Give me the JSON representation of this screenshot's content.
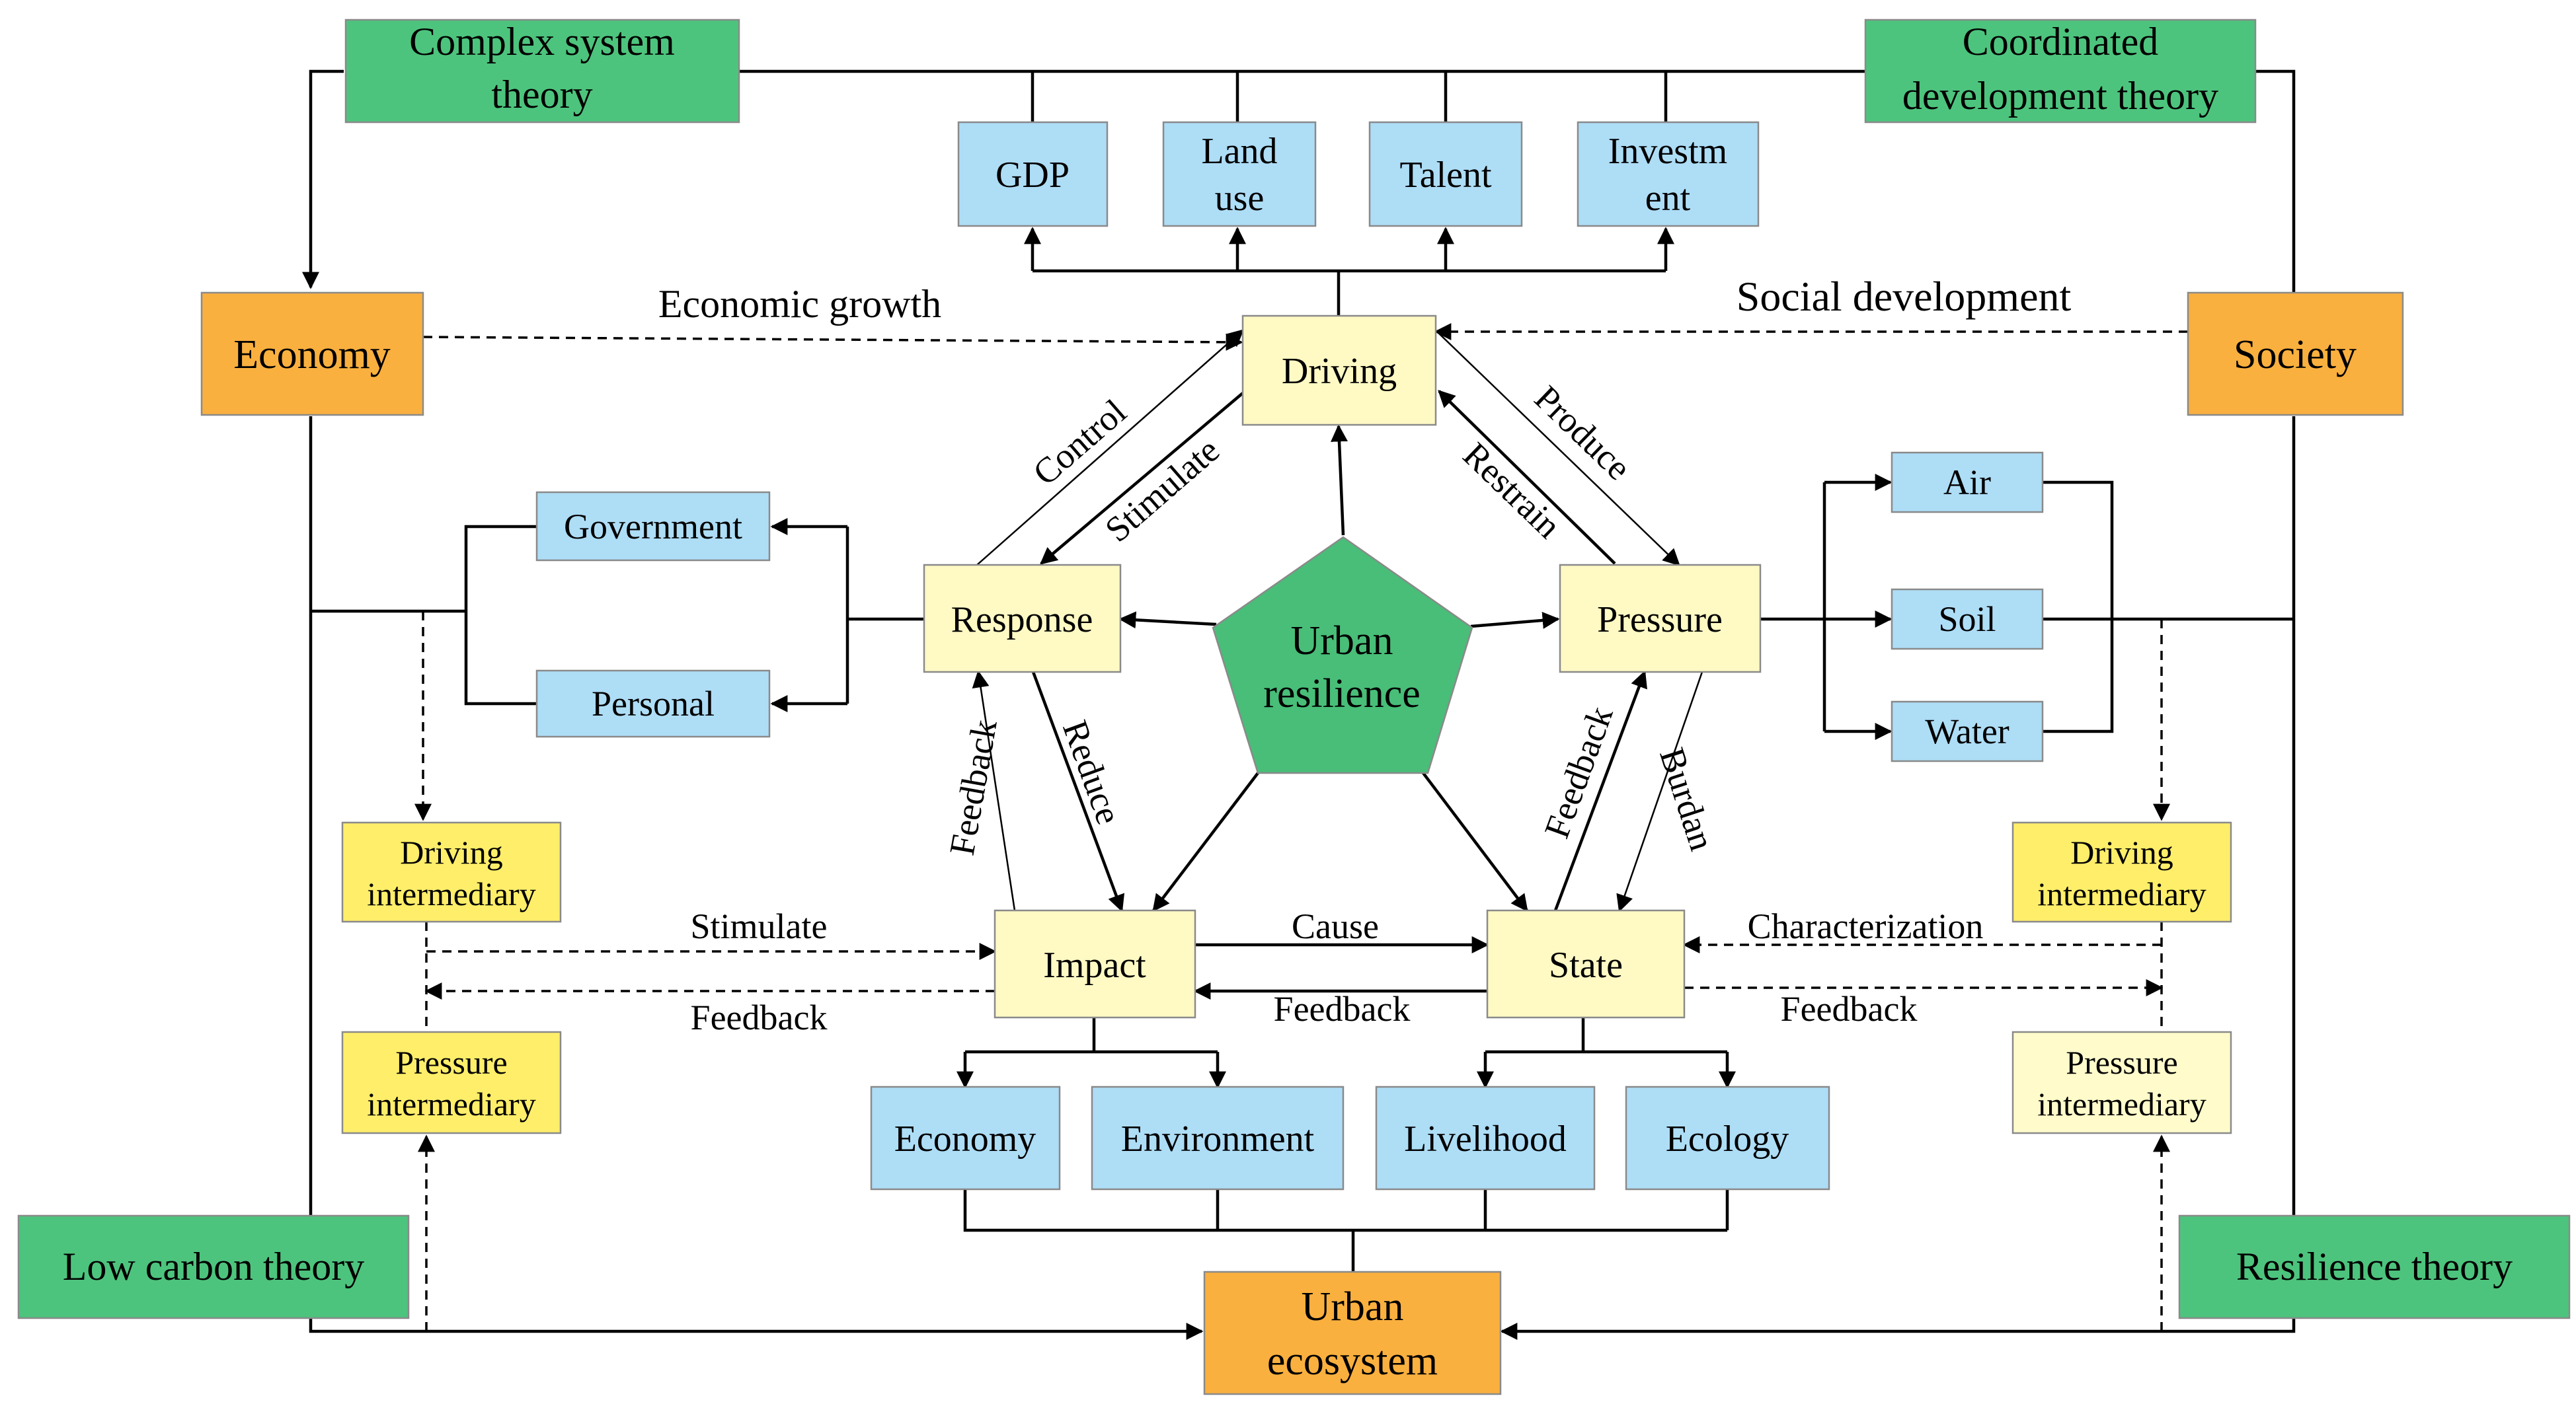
{
  "theories": {
    "complex_system": [
      "Complex system",
      "theory"
    ],
    "coordinated_development": [
      "Coordinated",
      "development theory"
    ],
    "low_carbon": "Low carbon theory",
    "resilience": "Resilience theory"
  },
  "subsystems": {
    "economy": "Economy",
    "society": "Society",
    "urban_ecosystem": [
      "Urban",
      "ecosystem"
    ]
  },
  "center": [
    "Urban",
    "resilience"
  ],
  "dpsir": {
    "driving": "Driving",
    "pressure": "Pressure",
    "state": "State",
    "impact": "Impact",
    "response": "Response"
  },
  "driving_factors": {
    "gdp": [
      "GDP"
    ],
    "land_use": [
      "Land",
      "use"
    ],
    "talent": [
      "Talent"
    ],
    "investment": [
      "Investm",
      "ent"
    ]
  },
  "pressure_factors": {
    "air": "Air",
    "soil": "Soil",
    "water": "Water"
  },
  "response_actors": {
    "government": "Government",
    "personal": "Personal"
  },
  "impact_factors": {
    "economy": "Economy",
    "environment": "Environment"
  },
  "state_factors": {
    "livelihood": "Livelihood",
    "ecology": "Ecology"
  },
  "intermediaries": {
    "left_driving": [
      "Driving",
      "intermediary"
    ],
    "left_pressure": [
      "Pressure",
      "intermediary"
    ],
    "right_driving": [
      "Driving",
      "intermediary"
    ],
    "right_pressure": [
      "Pressure",
      "intermediary"
    ]
  },
  "edge_labels": {
    "economic_growth": "Economic growth",
    "social_development": "Social development",
    "control": "Control",
    "stimulate_driving": "Stimulate",
    "produce": "Produce",
    "restrain": "Restrain",
    "feedback_response": "Feedback",
    "reduce": "Reduce",
    "feedback_pressure": "Feedback",
    "burdan": "Burdan",
    "cause": "Cause",
    "feedback_impact": "Feedback",
    "stimulate_impact": "Stimulate",
    "feedback_left": "Feedback",
    "characterization": "Characterization",
    "feedback_right": "Feedback"
  },
  "colors": {
    "theory_green": "#4DC47D",
    "center_green": "#48BE78",
    "subsystem_orange": "#FAB03F",
    "dpsir_cream": "#FFF9C4",
    "factor_blue": "#AEDDF6",
    "intermediary_yellow": "#FFEE6A",
    "intermediary_light": "#FFFBCB"
  }
}
